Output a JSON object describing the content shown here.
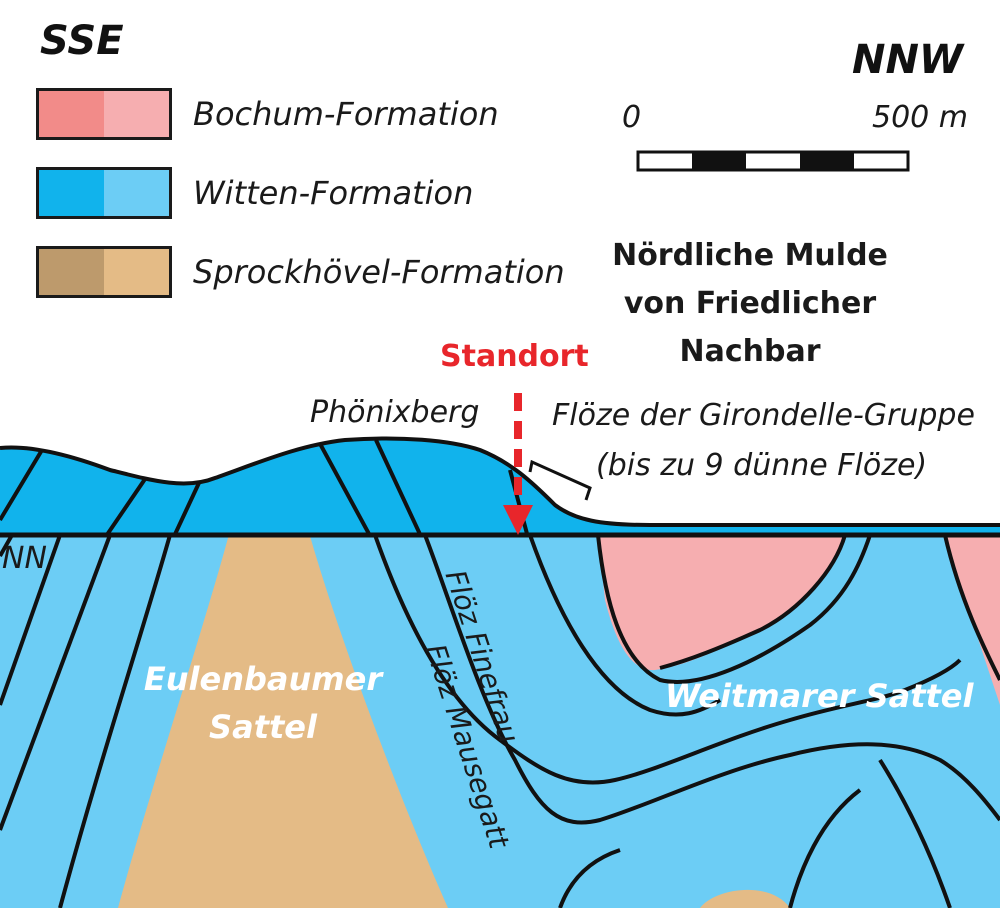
{
  "orientation": {
    "left": "SSE",
    "right": "NNW"
  },
  "legend": [
    {
      "label": "Bochum-Formation",
      "color_dark": "#f28b89",
      "color_light": "#f6aeb0"
    },
    {
      "label": "Witten-Formation",
      "color_dark": "#11b3ec",
      "color_light": "#6ccdf5"
    },
    {
      "label": "Sprockhövel-Formation",
      "color_dark": "#bd9a6c",
      "color_light": "#e4bb86"
    }
  ],
  "scale_bar": {
    "start": "0",
    "end": "500 m"
  },
  "labels": {
    "basin": [
      "Nördliche Mulde",
      "von Friedlicher",
      "Nachbar"
    ],
    "standort": "Standort",
    "hill": "Phönixberg",
    "seam_group": "Flöze der Girondelle-Gruppe",
    "seam_group_note": "(bis zu 9 dünne Flöze)",
    "sea_level": "NN",
    "anticline_left": [
      "Eulenbaumer",
      "Sattel"
    ],
    "anticline_right": "Weitmarer Sattel",
    "seam_finefrau": "Flöz Finefrau",
    "seam_mausegatt": "Flöz Mausegatt"
  },
  "colors": {
    "standort_red": "#e8262b",
    "line_black": "#111111"
  }
}
